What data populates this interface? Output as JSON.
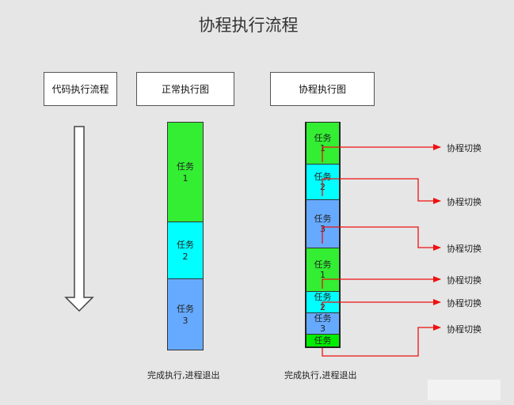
{
  "title": "协程执行流程",
  "headers": {
    "code_flow": "代码执行流程",
    "normal_flow": "正常执行图",
    "coroutine_flow": "协程执行图"
  },
  "normal_tasks": [
    {
      "name": "任务",
      "num": "1",
      "color": "#33ee33"
    },
    {
      "name": "任务",
      "num": "2",
      "color": "#00ffff"
    },
    {
      "name": "任务",
      "num": "3",
      "color": "#66aaff"
    }
  ],
  "coroutine_tasks": [
    {
      "name": "任务",
      "num": "1",
      "color": "#33ee33"
    },
    {
      "name": "任务",
      "num": "2",
      "color": "#00ffff"
    },
    {
      "name": "任务",
      "num": "3",
      "color": "#66aaff"
    },
    {
      "name": "任务",
      "num": "1",
      "color": "#33ee33"
    },
    {
      "name": "任务",
      "num": "2",
      "color": "#00ffff"
    },
    {
      "name": "任务",
      "num": "3",
      "color": "#66aaff"
    },
    {
      "name": "任务",
      "num": "",
      "color": "#00ee00"
    }
  ],
  "switch_label": "协程切换",
  "footer": {
    "normal": "完成执行,进程退出",
    "coroutine": "完成执行,进程退出"
  },
  "colors": {
    "arrow": "#ee1111",
    "background": "#e6e6e6"
  }
}
